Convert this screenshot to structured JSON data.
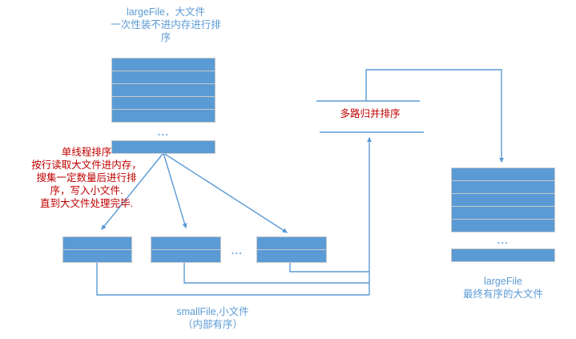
{
  "title_note": {
    "lines": [
      "largeFile，大文件",
      "一次性装不进内存进行排",
      "序"
    ]
  },
  "sort_note": {
    "lines": [
      "单线程排序",
      "按行读取大文件进内存，",
      "搜集一定数量后进行排",
      "序，写入小文件.",
      "直到大文件处理完毕."
    ]
  },
  "merge_label": "多路归并排序",
  "small_file_note": {
    "lines": [
      "smallFile,小文件",
      "（内部有序）"
    ]
  },
  "sorted_file_note": {
    "lines": [
      "largeFile",
      "最终有序的大文件"
    ]
  },
  "ellipsis": "...",
  "stacks": {
    "large_input_rows": 5,
    "large_input_tail_rows": 1,
    "small_a_rows": 2,
    "small_b_rows": 2,
    "small_c_rows": 2,
    "large_output_rows": 5,
    "large_output_tail_rows": 1
  },
  "colors": {
    "box_fill": "#5B9BD5",
    "box_border": "#C9C9C9",
    "connector": "#5B9BD5",
    "blue_text": "#5B9BD5",
    "red_text": "#C00000"
  }
}
